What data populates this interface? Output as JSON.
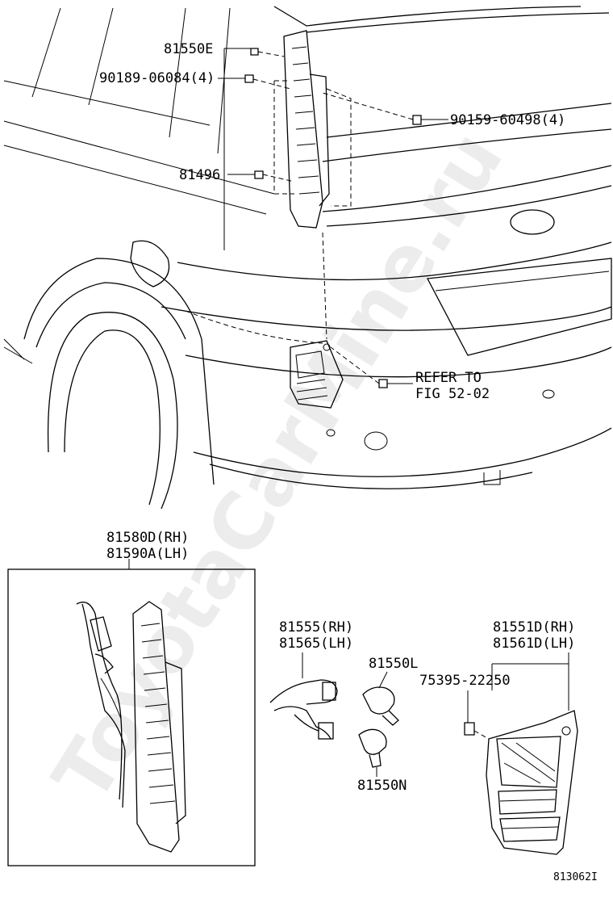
{
  "diagram": {
    "watermark": "ToyotaCarMine.ru",
    "figure_code": "813062I",
    "callouts": {
      "c81550E": "81550E",
      "c90189": "90189-06084(4)",
      "c90159": "90159-60498(4)",
      "c81496": "81496",
      "refer_line1": "REFER TO",
      "refer_line2": "FIG 52-02",
      "c81580D": "81580D(RH)",
      "c81590A": "81590A(LH)",
      "c81555": "81555(RH)",
      "c81565": "81565(LH)",
      "c81550L": "81550L",
      "c81550N": "81550N",
      "c81551D": "81551D(RH)",
      "c81561D": "81561D(LH)",
      "c75395": "75395-22250"
    }
  }
}
